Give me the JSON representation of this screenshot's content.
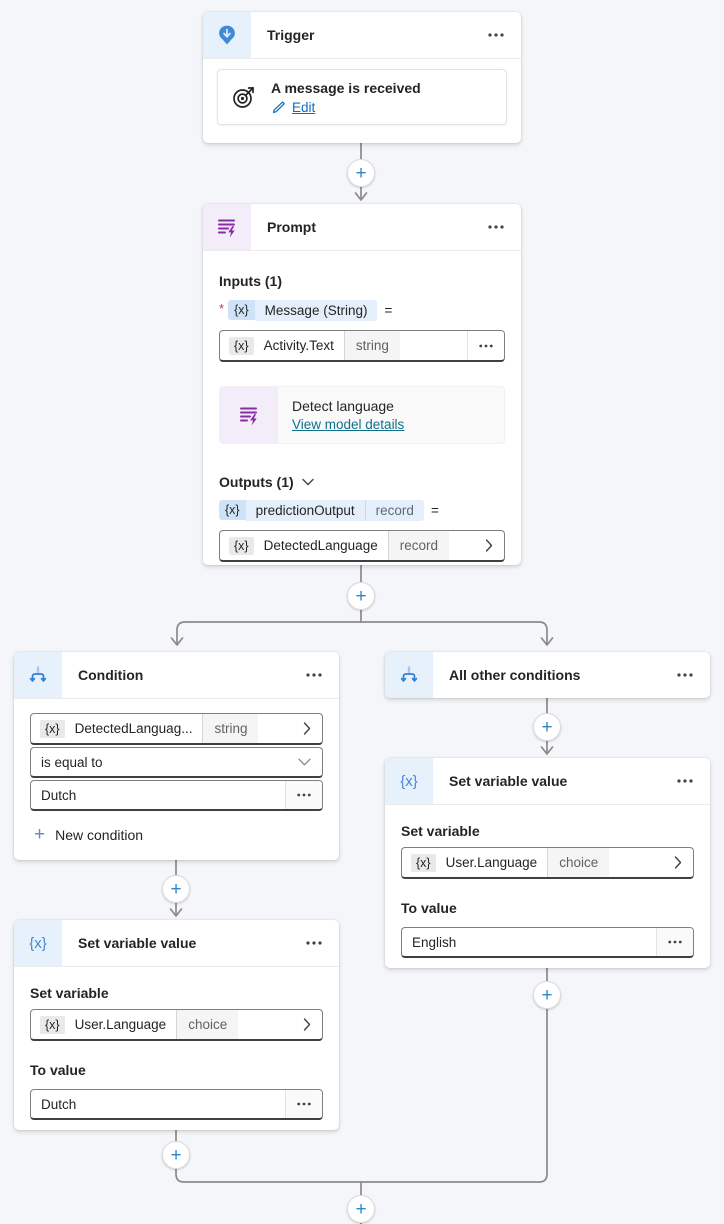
{
  "flow": {
    "trigger": {
      "title": "Trigger",
      "card": {
        "title": "A message is received",
        "edit": "Edit"
      }
    },
    "prompt": {
      "title": "Prompt",
      "inputs_label": "Inputs (1)",
      "required": "*",
      "message_pill": {
        "chip": "{x}",
        "name": "Message (String)",
        "eq": "="
      },
      "message_value": {
        "chip": "{x}",
        "name": "Activity.Text",
        "type": "string"
      },
      "model_card": {
        "title": "Detect language",
        "link": "View model details"
      },
      "outputs_label": "Outputs (1)",
      "output_pill": {
        "chip": "{x}",
        "name": "predictionOutput",
        "type": "record",
        "eq": "="
      },
      "output_value": {
        "chip": "{x}",
        "name": "DetectedLanguage",
        "type": "record"
      }
    },
    "condition": {
      "title": "Condition",
      "operand": {
        "chip": "{x}",
        "name": "DetectedLanguag...",
        "type": "string"
      },
      "operator": "is equal to",
      "value": "Dutch",
      "new_condition_label": "New condition"
    },
    "all_other_conditions": {
      "title": "All other conditions"
    },
    "set_variable_left": {
      "title": "Set variable value",
      "set_variable_label": "Set variable",
      "variable": {
        "chip": "{x}",
        "name": "User.Language",
        "type": "choice"
      },
      "to_value_label": "To value",
      "value": "Dutch"
    },
    "set_variable_right": {
      "title": "Set variable value",
      "set_variable_label": "Set variable",
      "variable": {
        "chip": "{x}",
        "name": "User.Language",
        "type": "choice"
      },
      "to_value_label": "To value",
      "value": "English"
    }
  },
  "icons": {
    "variable": "{x}",
    "plus": "+"
  },
  "colors": {
    "canvas_bg": "#f4f6f9",
    "accent_blue": "#3b8bd8",
    "prompt_purple": "#8a2da2",
    "link_blue": "#0f6cbd",
    "link_teal": "#0e7089",
    "plus_blue": "#3087c8",
    "required_red": "#d13438",
    "connector_gray": "#8a8a8a"
  }
}
